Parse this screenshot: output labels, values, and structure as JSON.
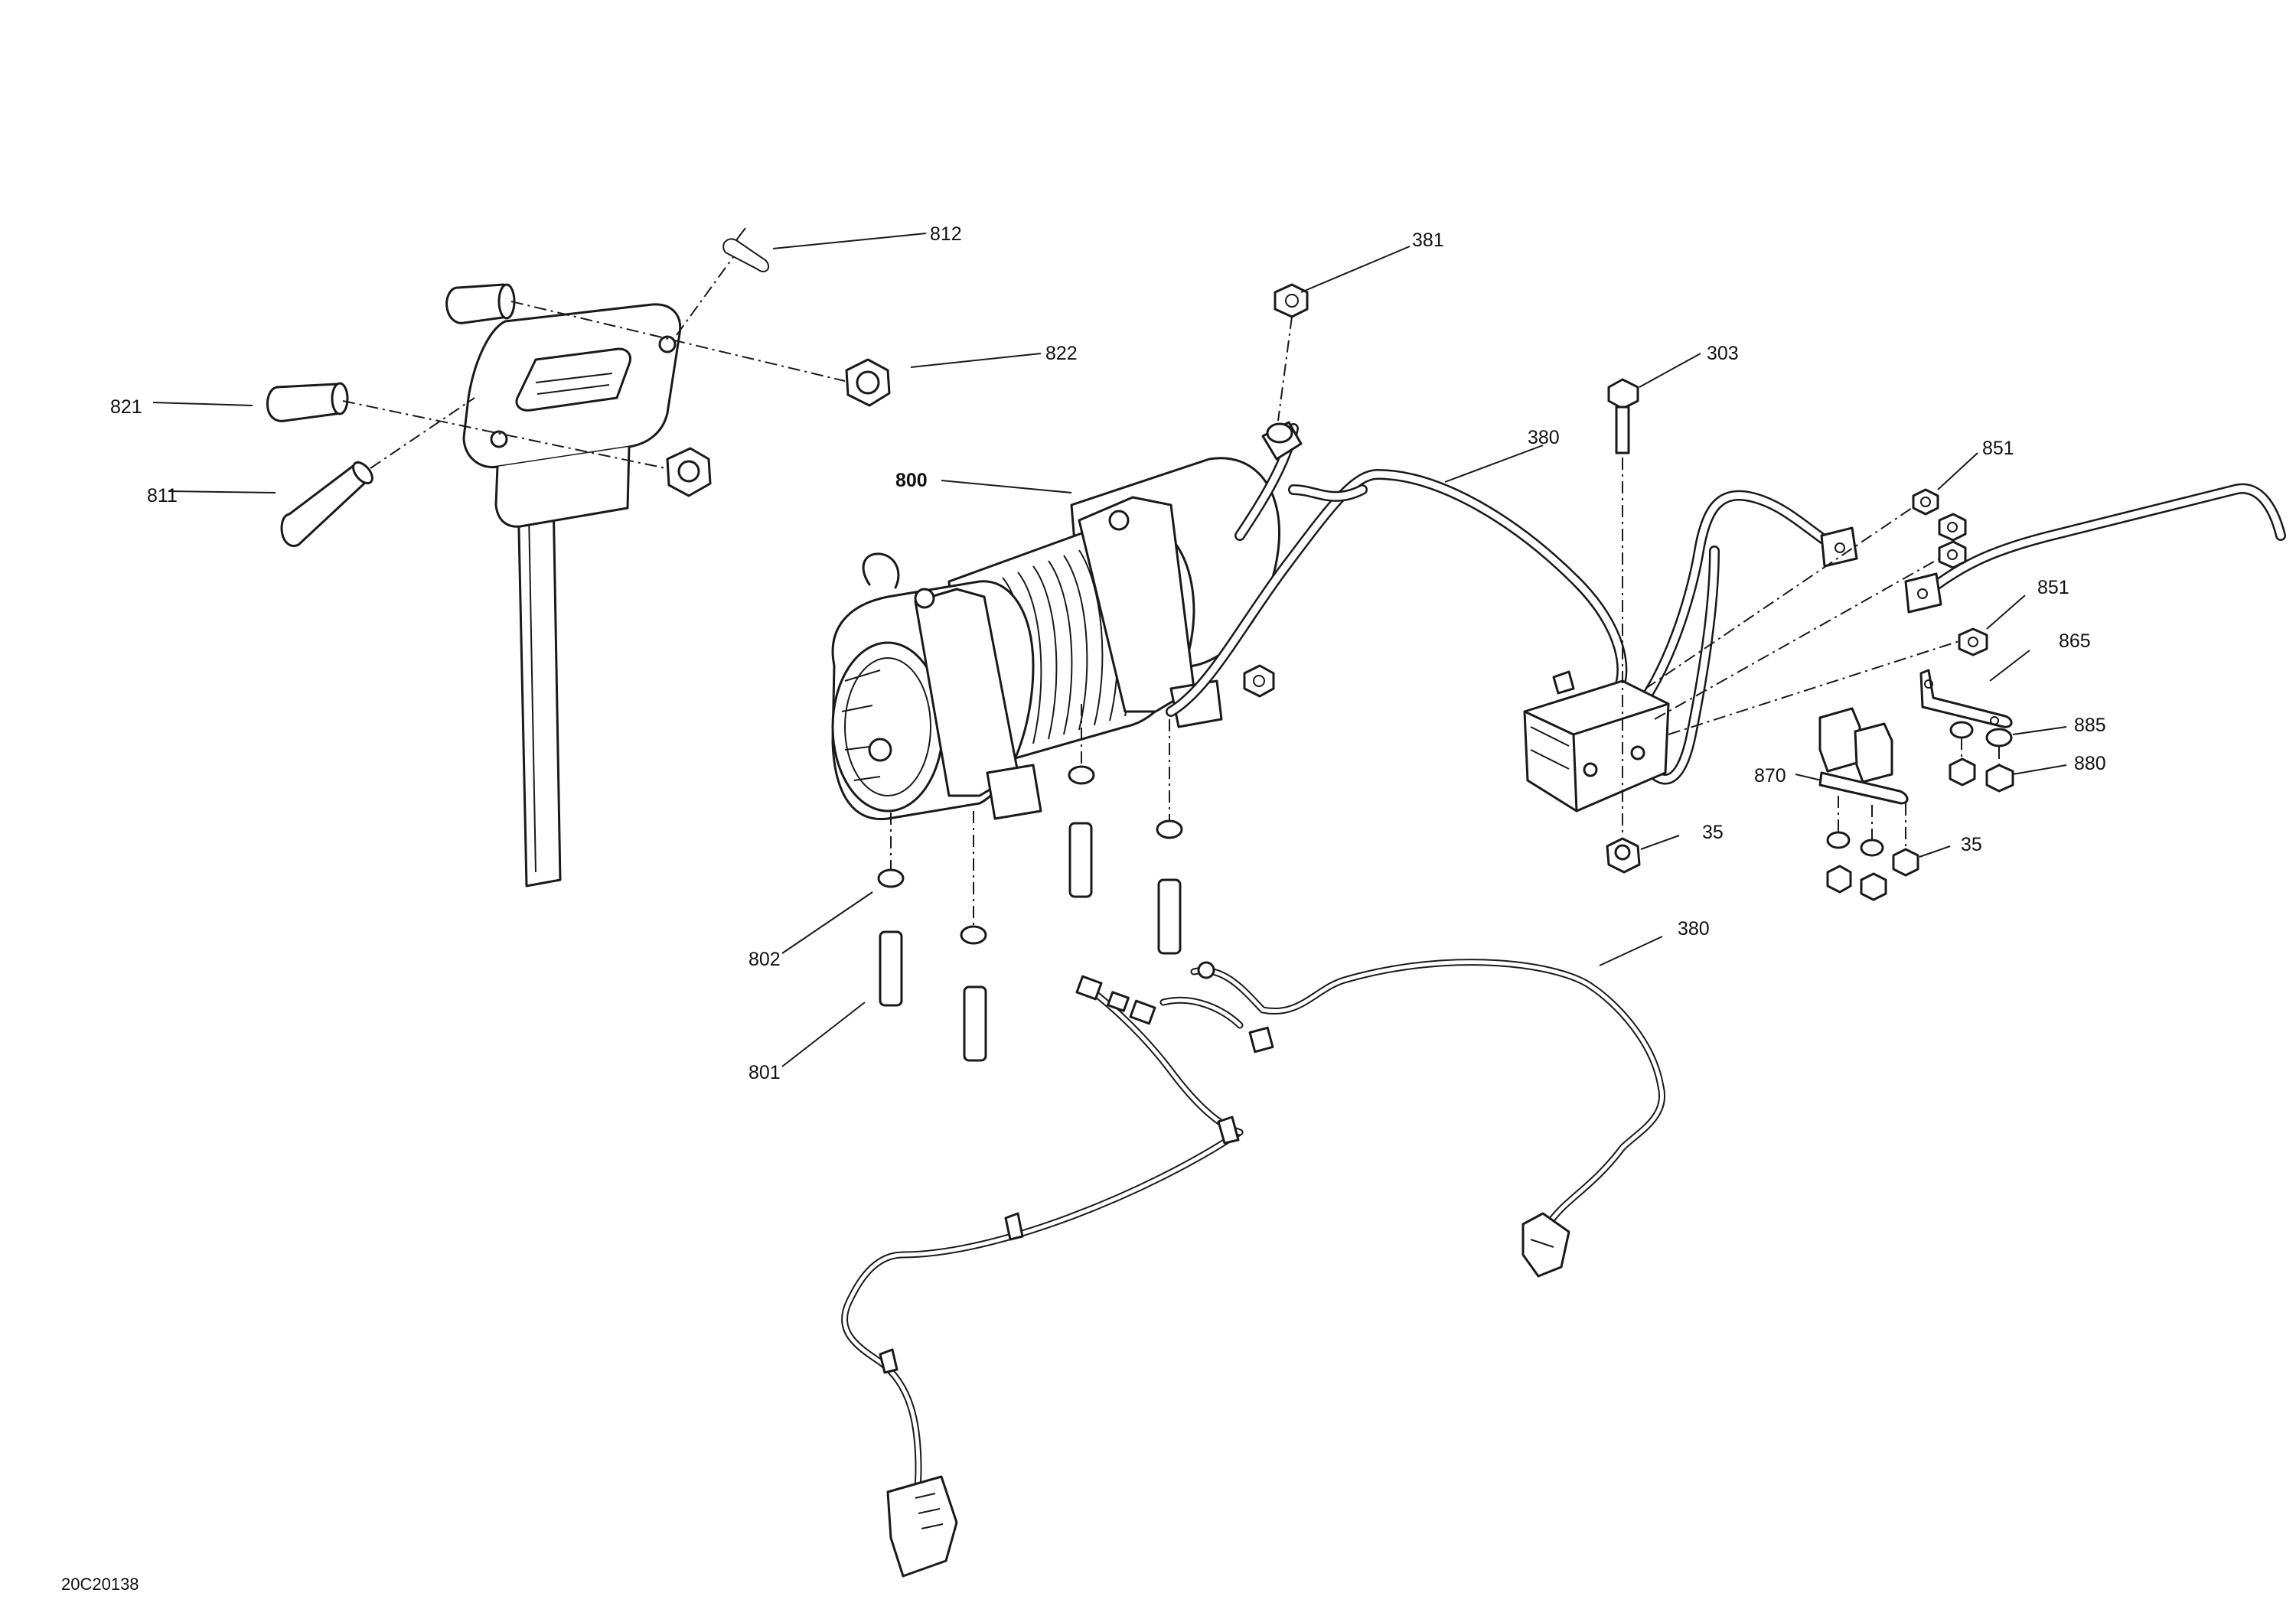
{
  "document_id": "20C20138",
  "callouts": {
    "c812": "812",
    "c381": "381",
    "c822": "822",
    "c303": "303",
    "c821": "821",
    "c380_top": "380",
    "c851_top": "851",
    "c811": "811",
    "c800": "800",
    "c851_mid": "851",
    "c865": "865",
    "c885": "885",
    "c870": "870",
    "c880": "880",
    "c35_left": "35",
    "c35_right": "35",
    "c380_bottom": "380",
    "c802": "802",
    "c801": "801"
  }
}
